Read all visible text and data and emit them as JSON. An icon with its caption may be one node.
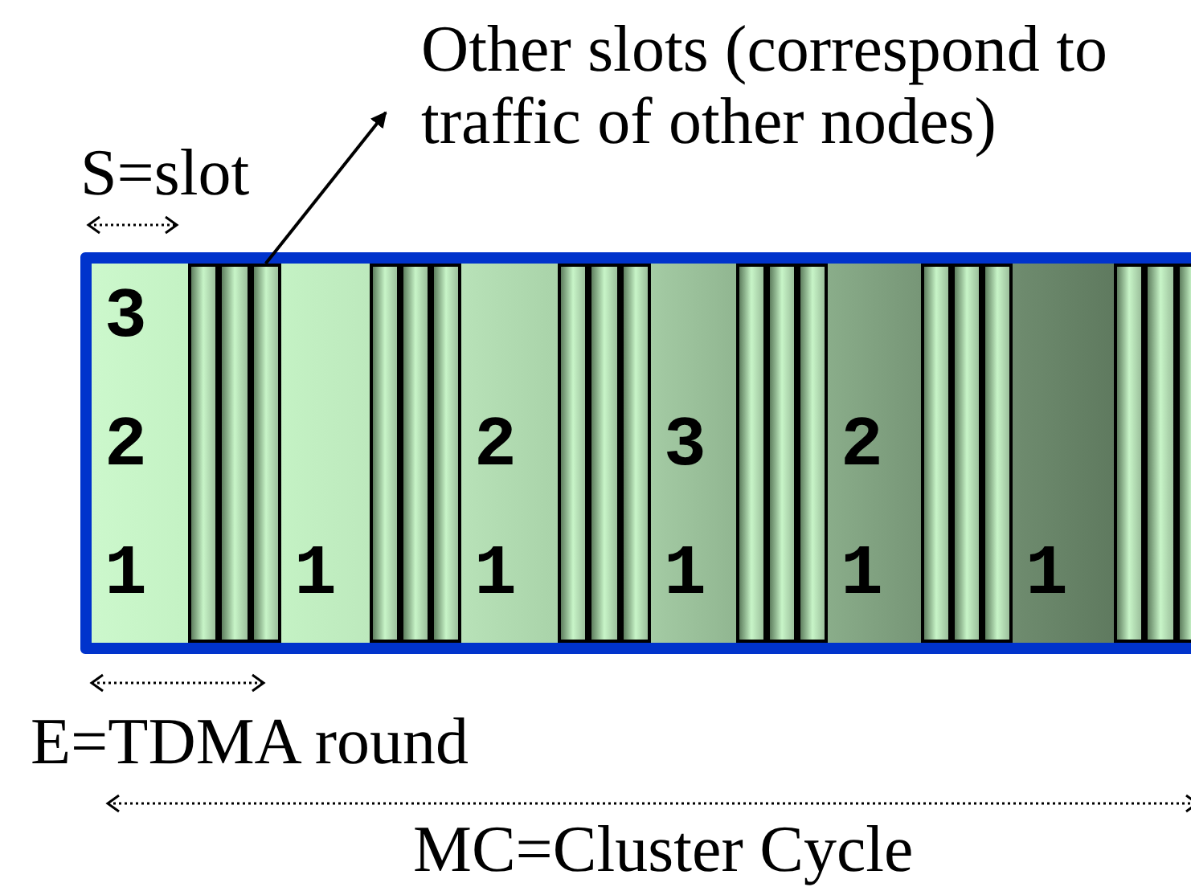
{
  "diagram": {
    "nodes": [
      {
        "text": [
          "Other slots (correspond to traffic of other nodes)"
        ]
      },
      {
        "text": [],
        "shape": "box"
      },
      {
        "text": [
          "3",
          "2",
          "1"
        ],
        "in": 1
      },
      {
        "text": [],
        "shape": "bar",
        "in": 1
      },
      {
        "text": [],
        "shape": "bar",
        "in": 1
      },
      {
        "text": [],
        "shape": "bar",
        "in": 1
      },
      {
        "text": [
          "1"
        ],
        "in": 1
      },
      {
        "text": [],
        "shape": "bar",
        "in": 1
      },
      {
        "text": [],
        "shape": "bar",
        "in": 1
      },
      {
        "text": [],
        "shape": "bar",
        "in": 1
      },
      {
        "text": [
          "2",
          "1"
        ],
        "in": 1
      },
      {
        "text": [],
        "shape": "bar",
        "in": 1
      },
      {
        "text": [],
        "shape": "bar",
        "in": 1
      },
      {
        "text": [],
        "shape": "bar",
        "in": 1
      },
      {
        "text": [
          "3",
          "1"
        ],
        "in": 1
      },
      {
        "text": [],
        "shape": "bar",
        "in": 1
      },
      {
        "text": [],
        "shape": "bar",
        "in": 1
      },
      {
        "text": [],
        "shape": "bar",
        "in": 1
      },
      {
        "text": [
          "2",
          "1"
        ],
        "in": 1
      },
      {
        "text": [],
        "shape": "bar",
        "in": 1
      },
      {
        "text": [],
        "shape": "bar",
        "in": 1
      },
      {
        "text": [],
        "shape": "bar",
        "in": 1
      },
      {
        "text": [
          "1"
        ],
        "in": 1
      },
      {
        "text": [],
        "shape": "bar",
        "in": 1
      },
      {
        "text": [],
        "shape": "bar",
        "in": 1
      },
      {
        "text": [],
        "shape": "bar",
        "in": 1
      }
    ],
    "edges": [
      {
        "from": 5,
        "to": 0,
        "arrow": "to"
      }
    ],
    "labels": [
      "S=slot",
      "E=TDMA round",
      "MC=Cluster Cycle"
    ]
  }
}
